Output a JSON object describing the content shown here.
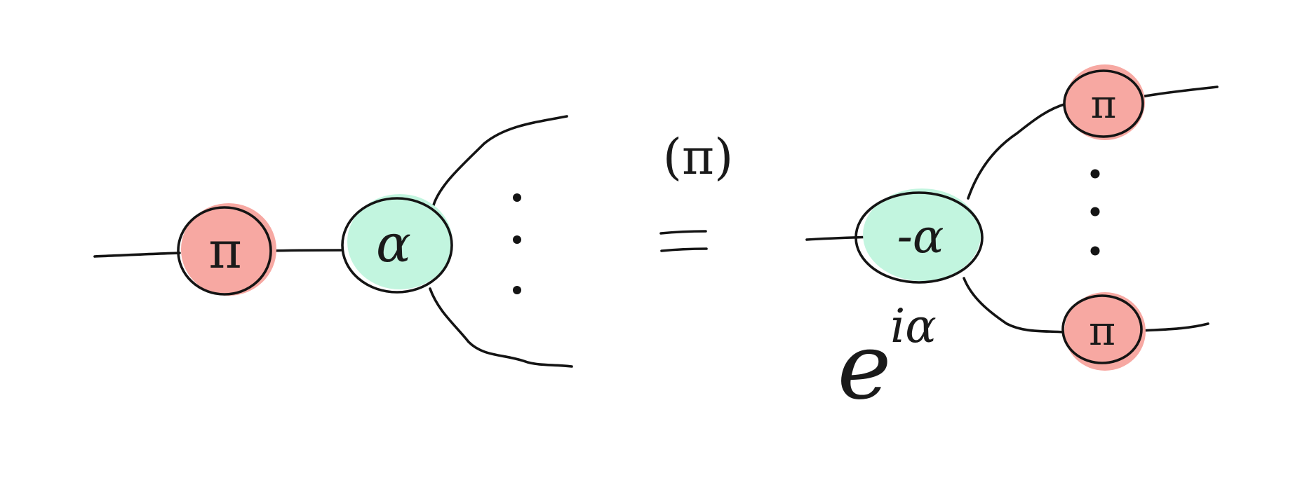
{
  "equation": {
    "rule_label": "(π)",
    "equals": "="
  },
  "lhs": {
    "red_spider": {
      "label": "π"
    },
    "green_spider": {
      "label": "α"
    }
  },
  "rhs": {
    "green_spider": {
      "label": "-α"
    },
    "top_red_spider": {
      "label": "π"
    },
    "bottom_red_spider": {
      "label": "π"
    },
    "scalar": {
      "base": "e",
      "exponent": "iα"
    }
  },
  "colors": {
    "red_fill": "#f7a8a2",
    "green_fill": "#c2f5df",
    "ink": "#141414"
  }
}
